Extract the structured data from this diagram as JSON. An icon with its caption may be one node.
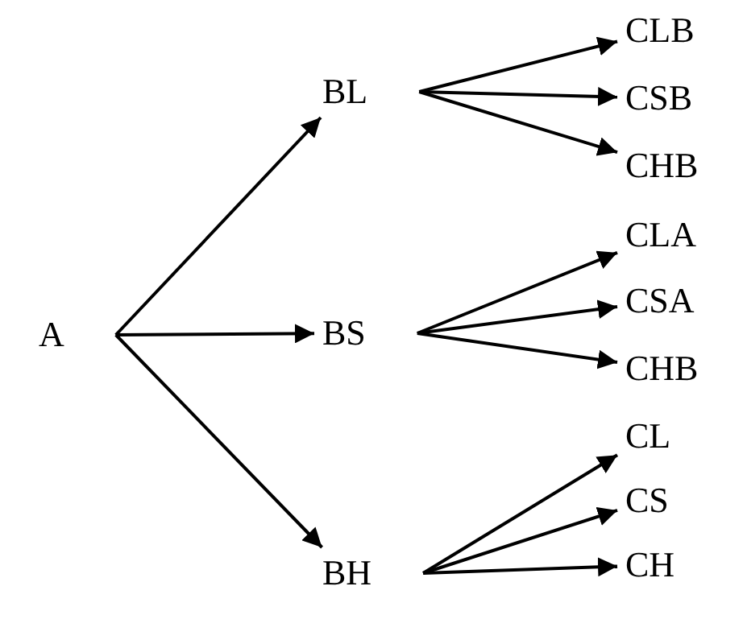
{
  "diagram": {
    "nodes": [
      {
        "text": [
          "A"
        ]
      },
      {
        "text": [
          "BL"
        ]
      },
      {
        "text": [
          "BS"
        ]
      },
      {
        "text": [
          "BH"
        ]
      },
      {
        "text": [
          "CLB"
        ]
      },
      {
        "text": [
          "CSB"
        ]
      },
      {
        "text": [
          "CHB"
        ]
      },
      {
        "text": [
          "CLA"
        ]
      },
      {
        "text": [
          "CSA"
        ]
      },
      {
        "text": [
          "CHB"
        ]
      },
      {
        "text": [
          "CL"
        ]
      },
      {
        "text": [
          "CS"
        ]
      },
      {
        "text": [
          "CH"
        ]
      }
    ],
    "edges": [
      {
        "from": 0,
        "to": 1,
        "arrow": "to"
      },
      {
        "from": 0,
        "to": 2,
        "arrow": "to"
      },
      {
        "from": 0,
        "to": 3,
        "arrow": "to"
      },
      {
        "from": 1,
        "to": 4,
        "arrow": "to"
      },
      {
        "from": 1,
        "to": 5,
        "arrow": "to"
      },
      {
        "from": 1,
        "to": 6,
        "arrow": "to"
      },
      {
        "from": 2,
        "to": 7,
        "arrow": "to"
      },
      {
        "from": 2,
        "to": 8,
        "arrow": "to"
      },
      {
        "from": 2,
        "to": 9,
        "arrow": "to"
      },
      {
        "from": 3,
        "to": 10,
        "arrow": "to"
      },
      {
        "from": 3,
        "to": 11,
        "arrow": "to"
      },
      {
        "from": 3,
        "to": 12,
        "arrow": "to"
      }
    ]
  }
}
